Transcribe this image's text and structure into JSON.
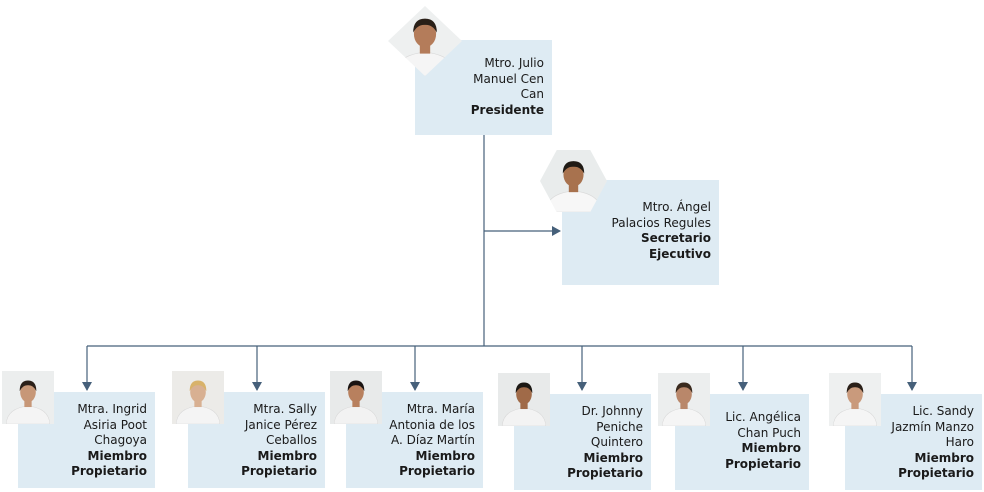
{
  "members": [
    {
      "name_lines": [
        "Mtro. Julio",
        "Manuel Cen",
        "Can"
      ],
      "role_lines": [
        "Presidente"
      ]
    },
    {
      "name_lines": [
        "Mtro. Ángel",
        "Palacios Regules"
      ],
      "role_lines": [
        "Secretario",
        "Ejecutivo"
      ]
    },
    {
      "name_lines": [
        "Mtra. Ingrid",
        "Asiria Poot",
        "Chagoya"
      ],
      "role_lines": [
        "Miembro",
        "Propietario"
      ]
    },
    {
      "name_lines": [
        "Mtra. Sally",
        "Janice Pérez",
        "Ceballos"
      ],
      "role_lines": [
        "Miembro",
        "Propietario"
      ]
    },
    {
      "name_lines": [
        "Mtra. María",
        "Antonia de los",
        "A. Díaz Martín"
      ],
      "role_lines": [
        "Miembro",
        "Propietario"
      ]
    },
    {
      "name_lines": [
        "Dr. Johnny",
        "Peniche",
        "Quintero"
      ],
      "role_lines": [
        "Miembro",
        "Propietario"
      ]
    },
    {
      "name_lines": [
        "Lic. Angélica",
        "Chan Puch"
      ],
      "role_lines": [
        "Miembro",
        "Propietario"
      ]
    },
    {
      "name_lines": [
        "Lic. Sandy",
        "Jazmín Manzo",
        "Haro"
      ],
      "role_lines": [
        "Miembro",
        "Propietario"
      ]
    }
  ],
  "colors": {
    "box": "#deebf3",
    "connector": "#46607a"
  },
  "photos": [
    {
      "icon": "person-photo-icon",
      "skin": "#b47c5a",
      "hair": "#2a2018",
      "shirt": "#f5f5f5",
      "bg": "#eef0f0"
    },
    {
      "icon": "person-photo-icon",
      "skin": "#a8724e",
      "hair": "#1f1a15",
      "shirt": "#f7f7f7",
      "bg": "#e9ecec"
    },
    {
      "icon": "person-photo-icon",
      "skin": "#c79777",
      "hair": "#2b2019",
      "shirt": "#f4f4f4",
      "bg": "#eceeee"
    },
    {
      "icon": "person-photo-icon",
      "skin": "#d8b092",
      "hair": "#d8b26a",
      "shirt": "#f4f4f4",
      "bg": "#ecebe8"
    },
    {
      "icon": "person-photo-icon",
      "skin": "#b8805e",
      "hair": "#1a1412",
      "shirt": "#f2f2f2",
      "bg": "#e8eaea"
    },
    {
      "icon": "person-photo-icon",
      "skin": "#a06a48",
      "hair": "#1c1814",
      "shirt": "#f3f3f3",
      "bg": "#e8eaea"
    },
    {
      "icon": "person-photo-icon",
      "skin": "#b9876a",
      "hair": "#3a2a1e",
      "shirt": "#f5f5f5",
      "bg": "#eceeee"
    },
    {
      "icon": "person-photo-icon",
      "skin": "#c99a7c",
      "hair": "#2a2019",
      "shirt": "#f5f5f5",
      "bg": "#eef0f0"
    }
  ]
}
